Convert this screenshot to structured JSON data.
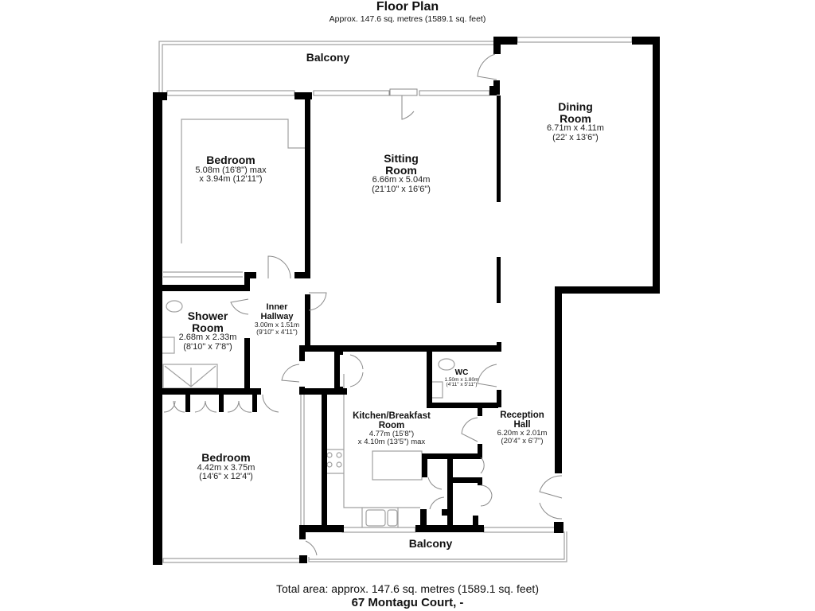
{
  "header": {
    "title": "Floor Plan",
    "subtitle": "Approx. 147.6 sq. metres (1589.1 sq. feet)"
  },
  "rooms": {
    "balcony_top": {
      "name": "Balcony"
    },
    "balcony_bottom": {
      "name": "Balcony"
    },
    "bedroom_1": {
      "name": "Bedroom",
      "dim1": "5.08m (16'8\") max",
      "dim2": "x 3.94m (12'11\")"
    },
    "sitting_room": {
      "name1": "Sitting",
      "name2": "Room",
      "dim1": "6.66m x 5.04m",
      "dim2": "(21'10\" x 16'6\")"
    },
    "dining_room": {
      "name1": "Dining",
      "name2": "Room",
      "dim1": "6.71m x 4.11m",
      "dim2": "(22' x 13'6\")"
    },
    "shower_room": {
      "name1": "Shower",
      "name2": "Room",
      "dim1": "2.68m x 2.33m",
      "dim2": "(8'10\" x 7'8\")"
    },
    "inner_hallway": {
      "name1": "Inner",
      "name2": "Hallway",
      "dim1": "3.00m x 1.51m",
      "dim2": "(9'10\" x 4'11\")"
    },
    "wc": {
      "name": "WC",
      "dim1": "1.50m x 1.80m",
      "dim2": "(4'11\" x 5'11\")"
    },
    "kitchen": {
      "name1": "Kitchen/Breakfast",
      "name2": "Room",
      "dim1": "4.77m (15'8\")",
      "dim2": "x 4.10m (13'5\") max"
    },
    "reception_hall": {
      "name1": "Reception",
      "name2": "Hall",
      "dim1": "6.20m x 2.01m",
      "dim2": "(20'4\" x 6'7\")"
    },
    "bedroom_2": {
      "name": "Bedroom",
      "dim1": "4.42m x 3.75m",
      "dim2": "(14'6\" x 12'4\")"
    }
  },
  "footer": {
    "total_area": "Total area: approx. 147.6 sq. metres (1589.1 sq. feet)",
    "address": "67 Montagu Court, -"
  },
  "colors": {
    "wall": "#000000",
    "line": "#9a9a9a",
    "background": "#ffffff"
  }
}
